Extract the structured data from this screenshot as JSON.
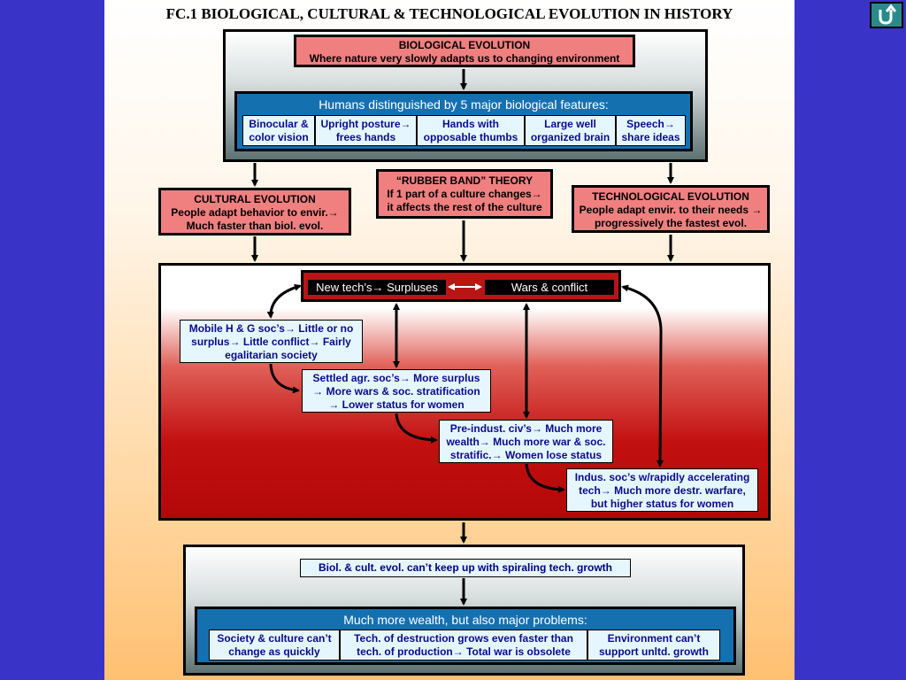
{
  "title": "FC.1 BIOLOGICAL, CULTURAL & TECHNOLOGICAL EVOLUTION IN HISTORY",
  "bio": {
    "heading": "BIOLOGICAL EVOLUTION",
    "desc": "Where nature very slowly adapts us to changing environment",
    "features_title": "Humans distinguished by 5 major biological features:",
    "features": [
      [
        "Binocular &",
        "color vision"
      ],
      [
        "Upright posture→",
        "frees hands"
      ],
      [
        "Hands with",
        "opposable thumbs"
      ],
      [
        "Large well",
        "organized brain"
      ],
      [
        "Speech→",
        "share ideas"
      ]
    ]
  },
  "cultural": {
    "heading": "CULTURAL EVOLUTION",
    "line1": "People adapt behavior to envir.→",
    "line2": "Much faster than biol. evol."
  },
  "rubber": {
    "heading": "“RUBBER BAND” THEORY",
    "line1": "If 1 part of a culture changes→",
    "line2": "it affects the rest of the culture"
  },
  "tech": {
    "heading": "TECHNOLOGICAL EVOLUTION",
    "line1": "People adapt envir. to their needs →",
    "line2": "progressively the fastest evol."
  },
  "middle": {
    "left_label": "New tech’s→ Surpluses",
    "right_label": "Wars & conflict",
    "stages": [
      [
        "Mobile H & G soc’s→ Little or no",
        "surplus→  Little conflict→  Fairly",
        "egalitarian society"
      ],
      [
        "Settled agr. soc’s→ More surplus",
        "→ More wars & soc. stratification",
        "→ Lower status for women"
      ],
      [
        "Pre-indust. civ’s→ Much more",
        "wealth→ Much more war & soc.",
        "stratific.→ Women lose status"
      ],
      [
        "Indus. soc’s w/rapidly accelerating",
        "tech→ Much more destr. warfare,",
        "but higher status for women"
      ]
    ]
  },
  "bottom": {
    "top_box": "Biol. & cult. evol. can’t keep up with spiraling tech. growth",
    "problems_title": "Much more wealth, but also major problems:",
    "problems": [
      [
        "Society & culture can’t",
        "change as quickly"
      ],
      [
        "Tech. of destruction grows even faster than",
        "tech. of production→ Total war is obsolete"
      ],
      [
        "Environment can’t",
        "support unltd. growth"
      ]
    ]
  },
  "icons": {
    "return": "u-turn-arrow-icon"
  }
}
